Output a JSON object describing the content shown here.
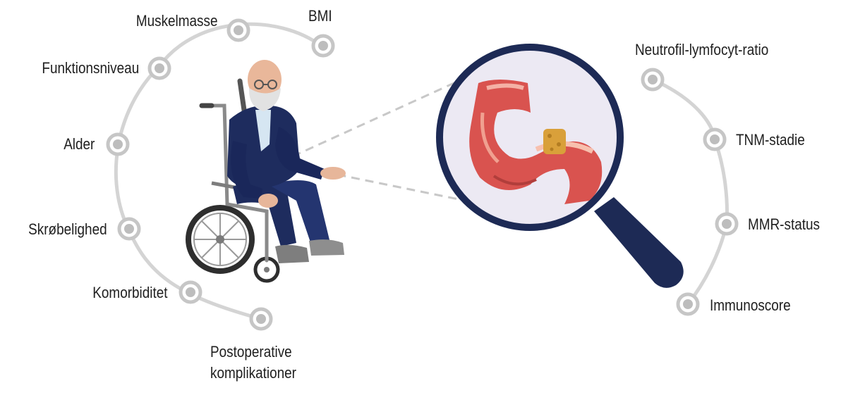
{
  "patient_factors": [
    {
      "id": "muskelmasse",
      "label": "Muskelmasse"
    },
    {
      "id": "bmi",
      "label": "BMI"
    },
    {
      "id": "funktionsniveau",
      "label": "Funktionsniveau"
    },
    {
      "id": "alder",
      "label": "Alder"
    },
    {
      "id": "skrobelighed",
      "label": "Skrøbelighed"
    },
    {
      "id": "komorbiditet",
      "label": "Komorbiditet"
    },
    {
      "id": "postoperative",
      "label_line1": "Postoperative",
      "label_line2": "komplikationer"
    }
  ],
  "tumor_factors": [
    {
      "id": "nlr",
      "label": "Neutrofil-lymfocyt-ratio"
    },
    {
      "id": "tnm",
      "label": "TNM-stadie"
    },
    {
      "id": "mmr",
      "label": "MMR-status"
    },
    {
      "id": "immunoscore",
      "label": "Immunoscore"
    }
  ],
  "colors": {
    "arc": "#d4d4d4",
    "node_ring": "#c6c6c6",
    "node_fill": "#bdbdbd",
    "suit": "#1e2c5e",
    "magnifier": "#1d2a55",
    "tissue": "#d9534f",
    "tumor": "#d9a03a"
  },
  "icons": {
    "patient": "elderly-man-in-wheelchair-icon",
    "magnifier": "magnifying-glass-icon",
    "tissue": "colon-tumor-icon"
  }
}
